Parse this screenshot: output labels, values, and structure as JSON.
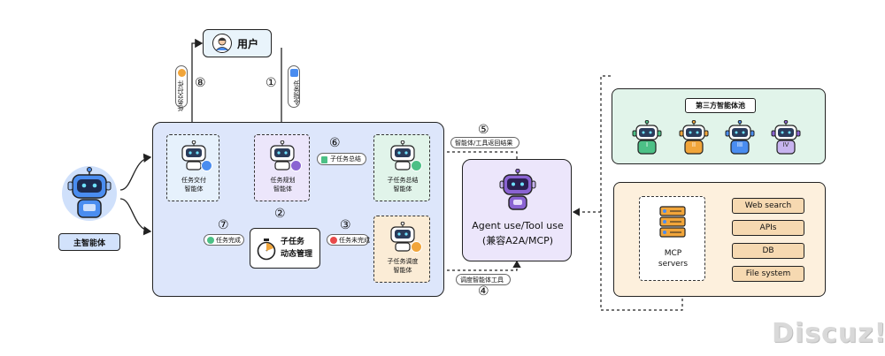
{
  "user": {
    "label": "用户"
  },
  "main_agent": {
    "label": "主智能体"
  },
  "agents": {
    "deliver": {
      "line1": "任务交付",
      "line2": "智能体"
    },
    "plan": {
      "line1": "任务规划",
      "line2": "智能体"
    },
    "summary": {
      "line1": "子任务总结",
      "line2": "智能体"
    },
    "schedule": {
      "line1": "子任务调度",
      "line2": "智能体"
    }
  },
  "dynamic": {
    "line1": "子任务",
    "line2": "动态管理"
  },
  "tool_agent": {
    "line1": "Agent use/Tool use",
    "line2": "(兼容A2A/MCP)"
  },
  "third_party": {
    "title": "第三方智能体池",
    "badges": [
      "I",
      "II",
      "III",
      "IV"
    ]
  },
  "mcp": {
    "line1": "MCP",
    "line2": "servers",
    "items": [
      "Web search",
      "APIs",
      "DB",
      "File system"
    ]
  },
  "edges": {
    "e8_tag": "任务交付件",
    "e1_tag": "任务指令",
    "e6_tag": "子任务总结",
    "e7_tag": "任务完成",
    "e3_tag": "任务未完成",
    "e5_tag": "智能体/工具返回结果",
    "e4_tag": "调度智能体工具"
  },
  "numbers": {
    "n1": "①",
    "n2": "②",
    "n3": "③",
    "n4": "④",
    "n5": "⑤",
    "n6": "⑥",
    "n7": "⑦",
    "n8": "⑧"
  },
  "watermark": "Discuz!",
  "colors": {
    "big_panel": "#dde6fb",
    "third_party_bg": "#e1f4ea",
    "mcp_bg": "#fdf0dd",
    "tool_agent_bg": "#ece6fb",
    "bot_blue": "#4a8df0",
    "bot_purple": "#8a63d2",
    "bot_green": "#4cc086",
    "bot_orange": "#f1a53a"
  }
}
